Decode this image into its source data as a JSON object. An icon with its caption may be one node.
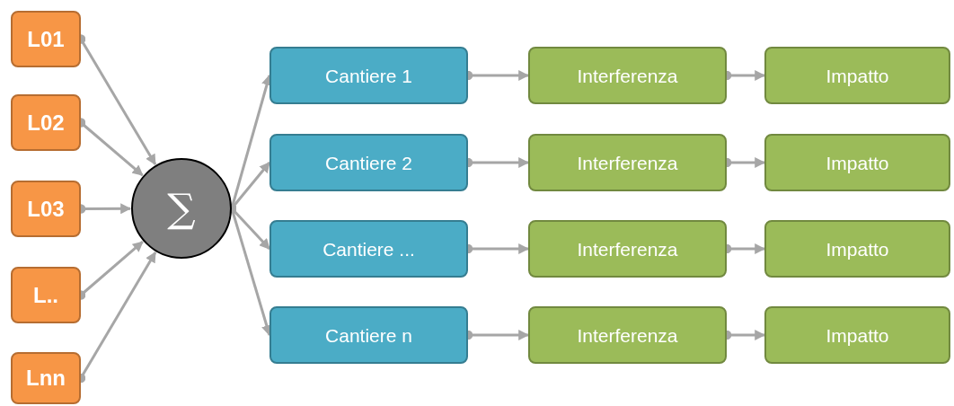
{
  "diagram": {
    "nodes": [
      {
        "text": [
          "L01"
        ]
      },
      {
        "text": [
          "L02"
        ]
      },
      {
        "text": [
          "L03"
        ]
      },
      {
        "text": [
          "L.."
        ]
      },
      {
        "text": [
          "Lnn"
        ]
      },
      {
        "text": [
          "∑"
        ]
      },
      {
        "text": [
          "Cantiere 1"
        ]
      },
      {
        "text": [
          "Cantiere 2"
        ]
      },
      {
        "text": [
          "Cantiere ..."
        ]
      },
      {
        "text": [
          "Cantiere n"
        ]
      },
      {
        "text": [
          "Interferenza"
        ]
      },
      {
        "text": [
          "Interferenza"
        ]
      },
      {
        "text": [
          "Interferenza"
        ]
      },
      {
        "text": [
          "Interferenza"
        ]
      },
      {
        "text": [
          "Impatto"
        ]
      },
      {
        "text": [
          "Impatto"
        ]
      },
      {
        "text": [
          "Impatto"
        ]
      },
      {
        "text": [
          "Impatto"
        ]
      }
    ],
    "edges": [
      {
        "from": 0,
        "to": 5,
        "arrow": "to"
      },
      {
        "from": 1,
        "to": 5,
        "arrow": "to"
      },
      {
        "from": 2,
        "to": 5,
        "arrow": "to"
      },
      {
        "from": 3,
        "to": 5,
        "arrow": "to"
      },
      {
        "from": 4,
        "to": 5,
        "arrow": "to"
      },
      {
        "from": 5,
        "to": 6,
        "arrow": "to"
      },
      {
        "from": 5,
        "to": 7,
        "arrow": "to"
      },
      {
        "from": 5,
        "to": 8,
        "arrow": "to"
      },
      {
        "from": 5,
        "to": 9,
        "arrow": "to"
      },
      {
        "from": 6,
        "to": 10,
        "arrow": "to"
      },
      {
        "from": 7,
        "to": 11,
        "arrow": "to"
      },
      {
        "from": 8,
        "to": 12,
        "arrow": "to"
      },
      {
        "from": 9,
        "to": 13,
        "arrow": "to"
      },
      {
        "from": 10,
        "to": 14,
        "arrow": "to"
      },
      {
        "from": 11,
        "to": 15,
        "arrow": "to"
      },
      {
        "from": 12,
        "to": 16,
        "arrow": "to"
      },
      {
        "from": 13,
        "to": 17,
        "arrow": "to"
      }
    ]
  }
}
